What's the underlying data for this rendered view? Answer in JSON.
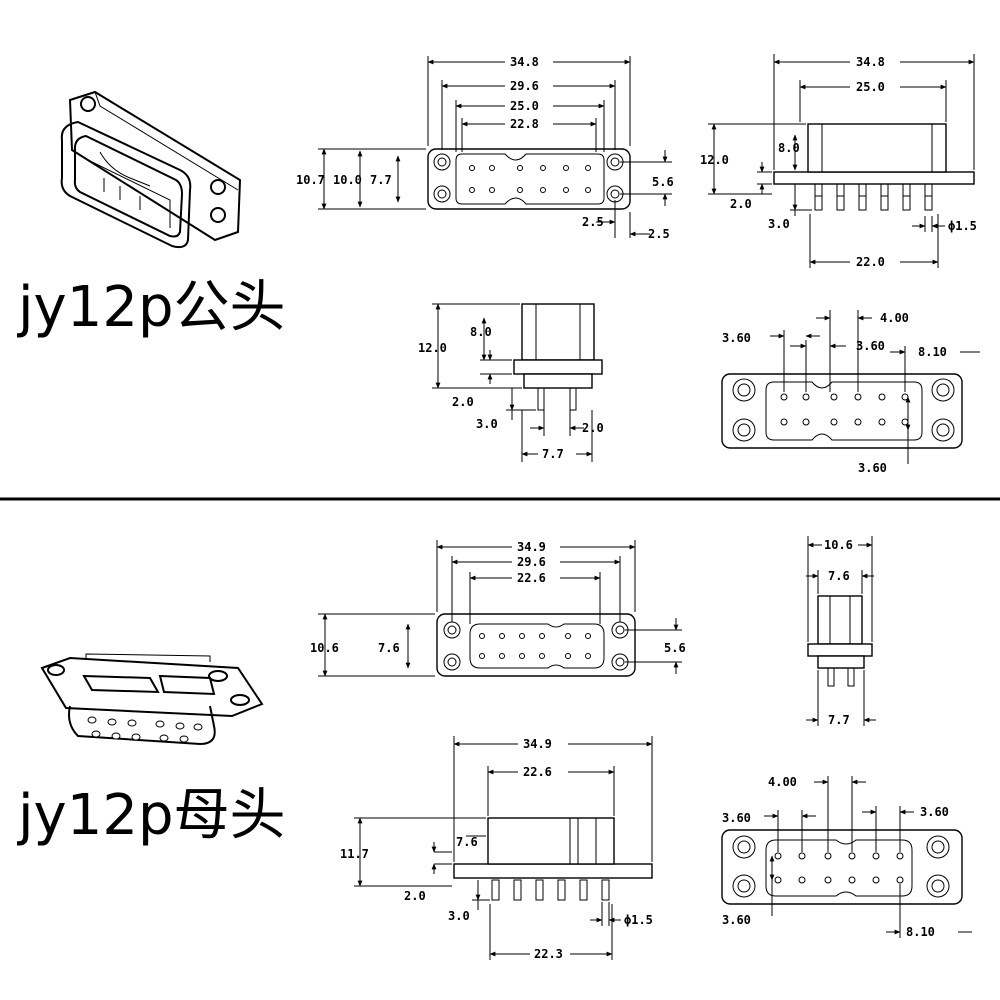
{
  "titles": {
    "male": "jy12p公头",
    "female": "jy12p母头"
  },
  "male": {
    "front": {
      "w34": "34.8",
      "w29": "29.6",
      "w25": "25.0",
      "w22": "22.8",
      "h107": "10.7",
      "h100": "10.0",
      "h77": "7.7",
      "h56": "5.6",
      "d25a": "2.5",
      "d25b": "2.5"
    },
    "top": {
      "w34": "34.8",
      "w25": "25.0",
      "h12": "12.0",
      "h8": "8.0",
      "t2": "2.0",
      "t3": "3.0",
      "phi": "ϕ1.5",
      "w22": "22.0"
    },
    "side": {
      "h12": "12.0",
      "h8": "8.0",
      "t2": "2.0",
      "t3": "3.0",
      "p2": "2.0",
      "w77": "7.7"
    },
    "pins": {
      "p360a": "3.60",
      "p400": "4.00",
      "p360b": "3.60",
      "p810": "8.10",
      "p360c": "3.60"
    }
  },
  "female": {
    "front": {
      "w34": "34.9",
      "w29": "29.6",
      "w22": "22.6",
      "h106": "10.6",
      "h76": "7.6",
      "h56": "5.6"
    },
    "side": {
      "w106": "10.6",
      "w76": "7.6",
      "w77": "7.7"
    },
    "top": {
      "w34": "34.9",
      "w22": "22.6",
      "h117": "11.7",
      "h76": "7.6",
      "t2": "2.0",
      "t3": "3.0",
      "phi": "ϕ1.5",
      "w223": "22.3"
    },
    "pins": {
      "p400": "4.00",
      "p360a": "3.60",
      "p360b": "3.60",
      "p360c": "3.60",
      "p810": "8.10"
    }
  }
}
